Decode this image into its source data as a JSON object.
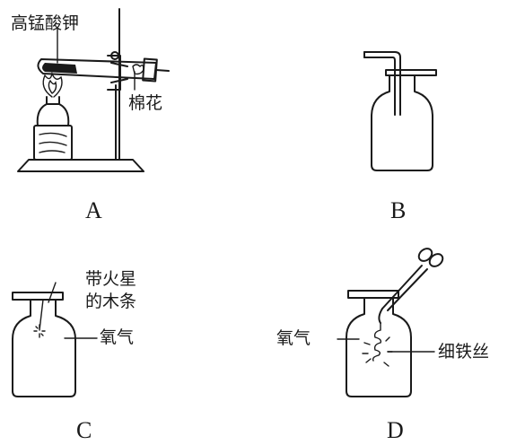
{
  "panels": {
    "a": {
      "letter": "A",
      "label_reagent": "高锰酸钾",
      "label_cotton": "棉花"
    },
    "b": {
      "letter": "B"
    },
    "c": {
      "letter": "C",
      "label_splint_line1": "带火星",
      "label_splint_line2": "的木条",
      "label_gas": "氧气"
    },
    "d": {
      "letter": "D",
      "label_gas": "氧气",
      "label_wire": "细铁丝"
    }
  }
}
